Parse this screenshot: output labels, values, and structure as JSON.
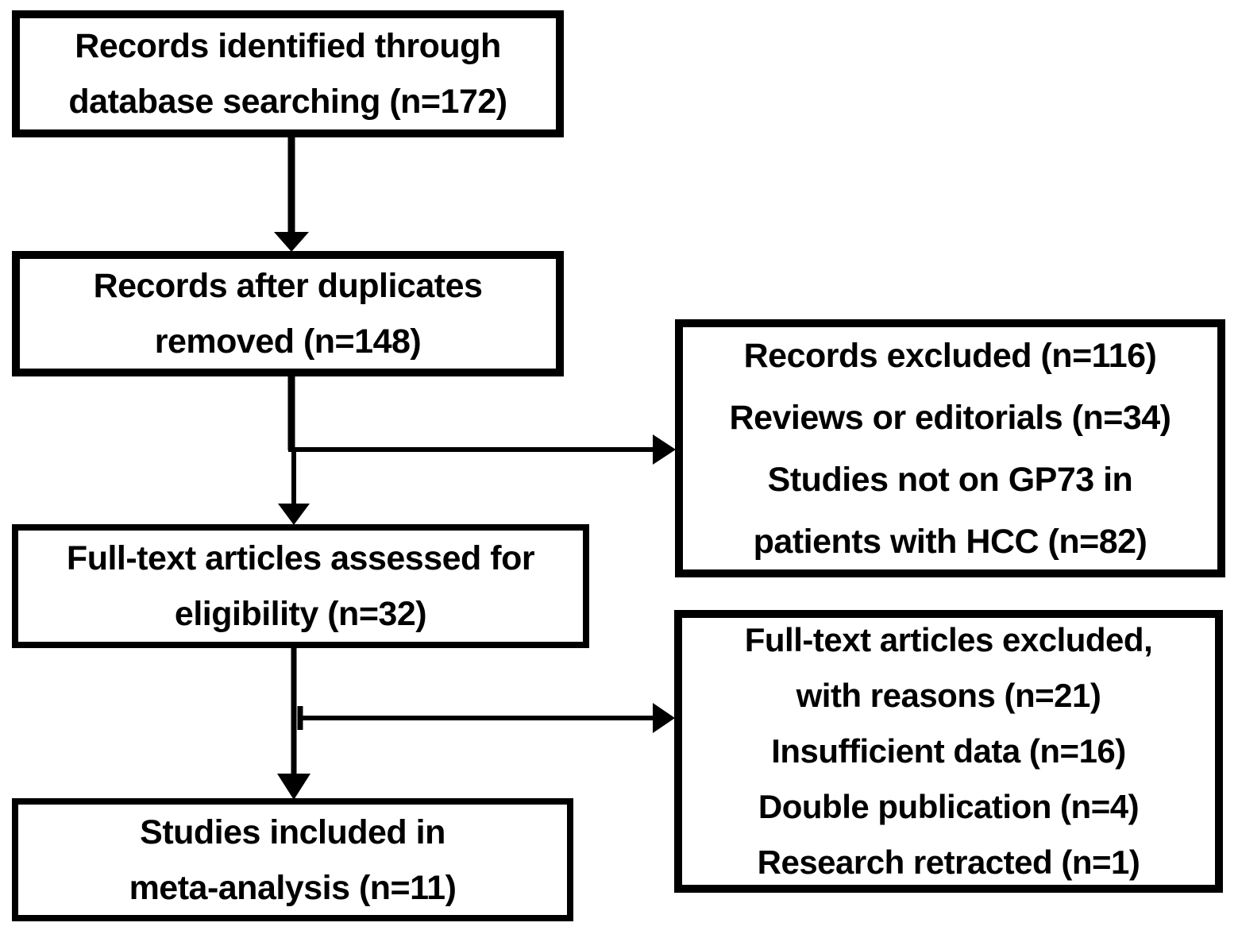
{
  "boxes": {
    "identified": {
      "lines": [
        "Records identified through",
        "database searching (n=172)"
      ]
    },
    "deduplicated": {
      "lines": [
        "Records after duplicates",
        "removed (n=148)"
      ]
    },
    "fulltext_assessed": {
      "lines": [
        "Full-text articles assessed for",
        "eligibility (n=32)"
      ]
    },
    "included": {
      "lines": [
        "Studies included in",
        "meta-analysis (n=11)"
      ]
    },
    "records_excluded": {
      "lines": [
        "Records excluded (n=116)",
        "Reviews or editorials (n=34)",
        "Studies not on GP73 in",
        "patients with HCC (n=82)"
      ]
    },
    "fulltext_excluded": {
      "lines": [
        "Full-text articles excluded,",
        "with reasons (n=21)",
        "Insufficient data (n=16)",
        "Double publication (n=4)",
        "Research retracted (n=1)"
      ]
    }
  },
  "colors": {
    "background": "#ffffff",
    "box_border": "#000000",
    "text": "#000000",
    "connector": "#000000"
  }
}
